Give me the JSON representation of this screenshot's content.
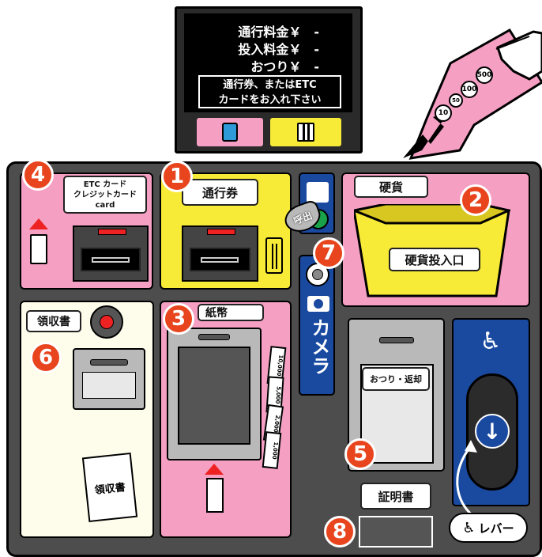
{
  "display": {
    "lines": [
      "通行料金￥　-",
      "投入料金￥　-",
      "おつり￥　-"
    ],
    "message": "通行券、またはETC\nカードをお入れ下さい"
  },
  "coins": [
    "500",
    "100",
    "50",
    "10"
  ],
  "labels": {
    "etc": "ETC カード\nクレジットカード\ncard",
    "ticket": "通行券",
    "coins_header": "硬貨",
    "coin_slot": "硬貨投入口",
    "bills": "紙幣",
    "bill_denoms": [
      "10,000",
      "5,000",
      "2,000",
      "1,000"
    ],
    "receipt": "領収書",
    "receipt_paper": "領収書",
    "change": "おつり・返却",
    "certificate": "証明書",
    "camera": "カメラ",
    "call_tag": "呼出",
    "lever": "レバー"
  },
  "numbers": [
    "1",
    "2",
    "3",
    "4",
    "5",
    "6",
    "7",
    "8"
  ],
  "colors": {
    "pink": "#f59fc3",
    "yellow": "#f8eb37",
    "blue": "#1a4aa0",
    "cream": "#fefcea",
    "frame": "#4d4d4d",
    "red": "#e8451e"
  }
}
